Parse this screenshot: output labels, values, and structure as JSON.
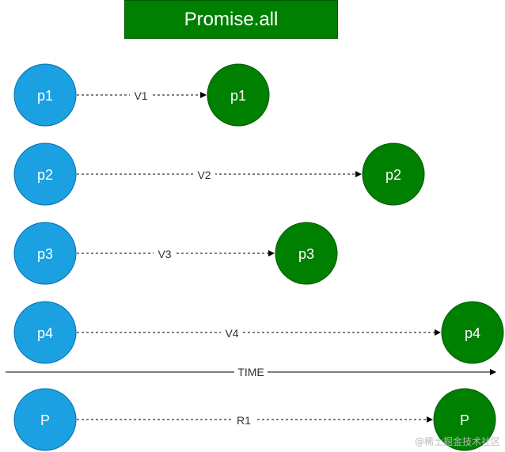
{
  "title": "Promise.all",
  "colors": {
    "source_fill": "#1ba1e2",
    "source_stroke": "#006eaf",
    "result_fill": "#008000",
    "result_stroke": "#005700",
    "arrow": "#000000"
  },
  "rows": [
    {
      "source": "p1",
      "label": "V1",
      "result": "p1"
    },
    {
      "source": "p2",
      "label": "V2",
      "result": "p2"
    },
    {
      "source": "p3",
      "label": "V3",
      "result": "p3"
    },
    {
      "source": "p4",
      "label": "V4",
      "result": "p4"
    }
  ],
  "timeline": {
    "label": "TIME"
  },
  "final": {
    "source": "P",
    "label": "R1",
    "result": "P"
  },
  "watermark": "@稀土掘金技术社区"
}
